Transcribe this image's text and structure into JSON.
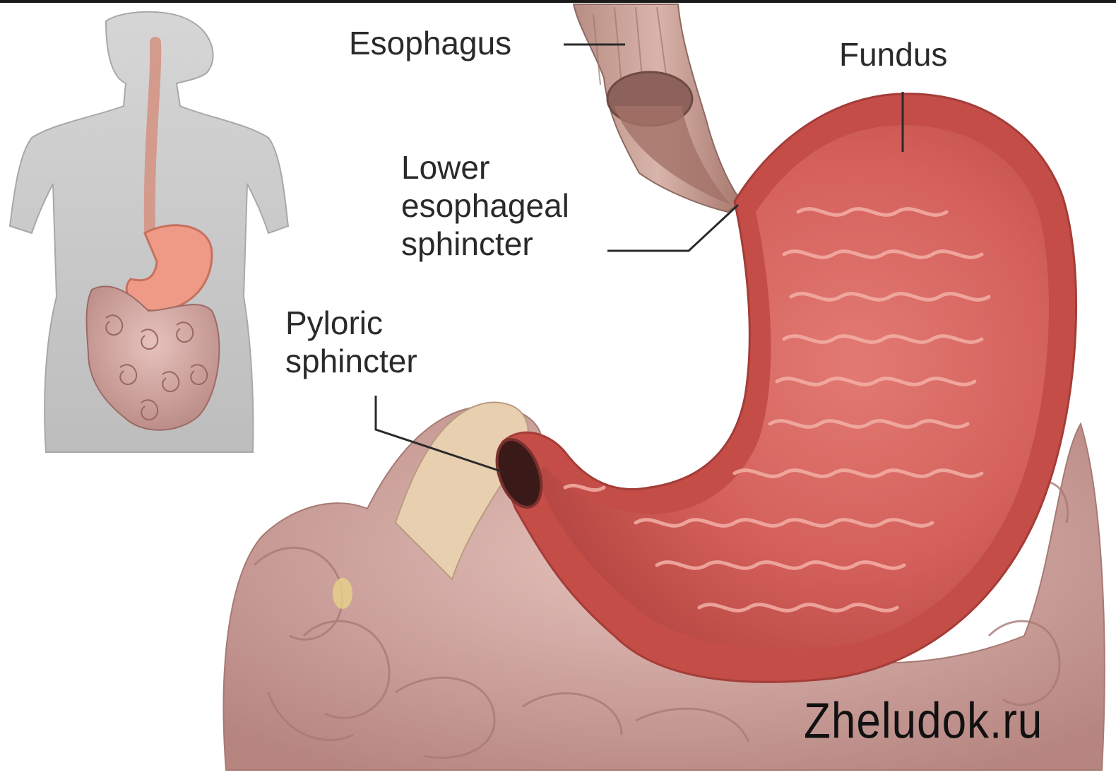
{
  "labels": {
    "esophagus": "Esophagus",
    "fundus": "Fundus",
    "les_line1": "Lower",
    "les_line2": "esophageal",
    "les_line3": "sphincter",
    "pyloric_line1": "Pyloric",
    "pyloric_line2": "sphincter"
  },
  "watermark": "Zheludok.ru",
  "colors": {
    "stomach_interior": "#d9605c",
    "stomach_wall": "#c9524e",
    "rugae": "#f0a49c",
    "intestines": "#c99a94",
    "body_silhouette": "#c8c8c8",
    "leader_lines": "#2a2a2a"
  }
}
